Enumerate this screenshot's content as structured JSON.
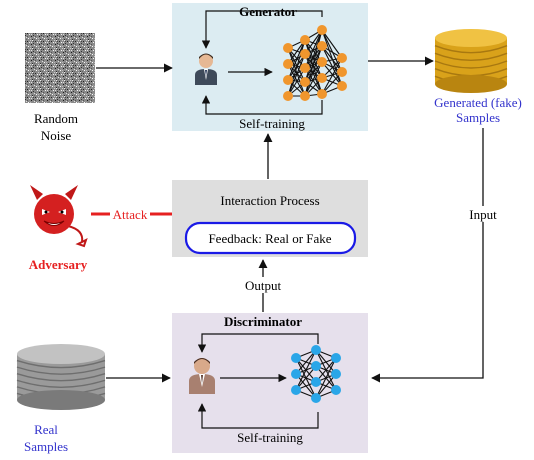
{
  "generator": {
    "title": "Generator",
    "self_training": "Self-training",
    "panel_fill": "#dcecf2"
  },
  "discriminator": {
    "title": "Discriminator",
    "self_training": "Self-training",
    "panel_fill": "#e6e0ec"
  },
  "noise": {
    "line1": "Random",
    "line2": "Noise"
  },
  "generated": {
    "line1": "Generated (fake)",
    "line2": "Samples",
    "text_color": "#3333cc",
    "db_color": "#d9a21a"
  },
  "real": {
    "line1": "Real",
    "line2": "Samples",
    "text_color": "#3333cc",
    "db_color": "#9a9a9a"
  },
  "interaction": {
    "title": "Interaction Process",
    "feedback": "Feedback: Real or Fake",
    "panel_fill": "#dedede",
    "feedback_border": "#1a1ae6"
  },
  "adversary": {
    "label": "Adversary",
    "attack": "Attack",
    "color": "#e62020"
  },
  "connectors": {
    "input": "Input",
    "output": "Output"
  },
  "icons": {
    "generator_person": "male-person-icon",
    "discriminator_person": "male-person-icon",
    "generator_network": "neural-network-icon",
    "discriminator_network": "neural-network-icon",
    "adversary": "devil-icon",
    "generated_db": "database-stack-icon",
    "real_db": "database-stack-icon",
    "noise_image": "noise-image"
  },
  "colors": {
    "gen_node": "#f0962d",
    "disc_node": "#2aa6e8",
    "arrow": "#111111"
  }
}
